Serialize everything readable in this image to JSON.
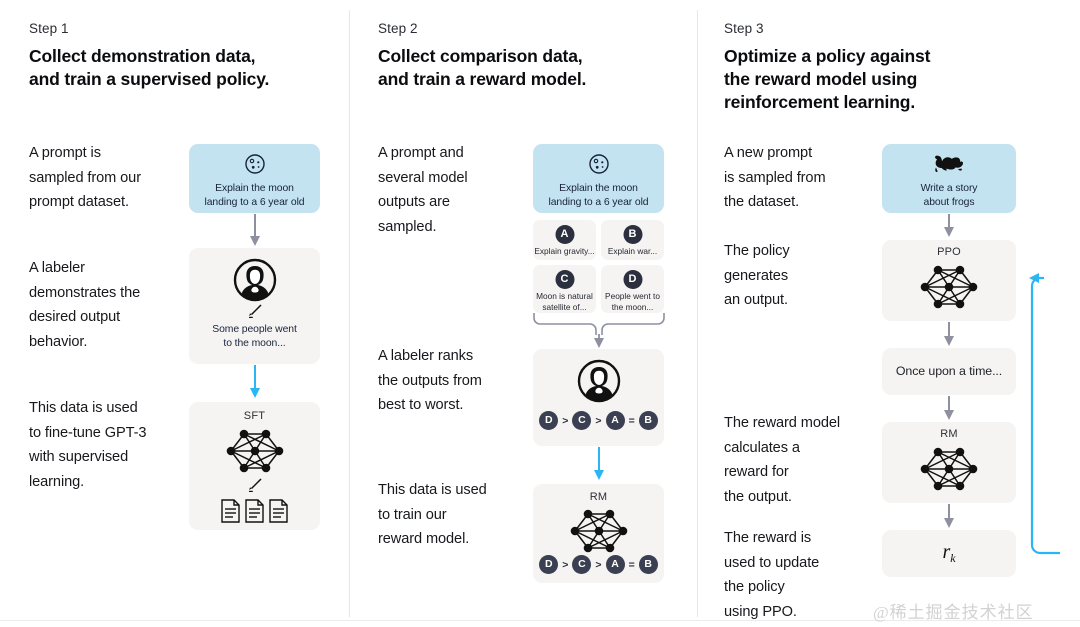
{
  "colors": {
    "prompt_card_blue": "#c3e3f1",
    "neutral_card_gray": "#f5f4f3",
    "arrow_gray": "#8e90a0",
    "arrow_blue": "#29b6f6",
    "badge_dark": "#2b2f3e",
    "divider": "#e7e7e7",
    "text_primary": "#17181c"
  },
  "watermark": "@稀土掘金技术社区",
  "steps": [
    {
      "label": "Step 1",
      "title": "Collect demonstration data,\nand train a supervised policy.",
      "paragraphs": [
        "A prompt is\nsampled from our\nprompt dataset.",
        "A labeler\ndemonstrates the\ndesired output\nbehavior.",
        "This data is used\nto fine-tune GPT-3\nwith supervised\nlearning."
      ],
      "cards": [
        {
          "kind": "prompt",
          "icon": "moon-icon",
          "text": "Explain the moon\nlanding to a 6 year old"
        },
        {
          "kind": "labeler",
          "icon": "person-avatar-icon",
          "sub_icon": "pencil-icon",
          "text": "Some people went\nto the moon..."
        },
        {
          "kind": "model",
          "title": "SFT",
          "icon": "neural-network-icon",
          "sub_icon": "pencil-icon",
          "footer_icon": "documents-icon"
        }
      ]
    },
    {
      "label": "Step 2",
      "title": "Collect comparison data,\nand train a reward model.",
      "paragraphs": [
        "A prompt and\nseveral model\noutputs are\nsampled.",
        "A labeler ranks\nthe outputs from\nbest to worst.",
        "This data is used\nto train our\nreward model."
      ],
      "cards": [
        {
          "kind": "prompt",
          "icon": "moon-icon",
          "text": "Explain the moon\nlanding to a 6 year old"
        },
        {
          "kind": "outputs",
          "items": [
            {
              "badge": "A",
              "text": "Explain gravity..."
            },
            {
              "badge": "B",
              "text": "Explain war..."
            },
            {
              "badge": "C",
              "text": "Moon is natural\nsatellite of..."
            },
            {
              "badge": "D",
              "text": "People went to\nthe moon..."
            }
          ]
        },
        {
          "kind": "labeler-rank",
          "icon": "person-avatar-icon",
          "ranking": [
            "D",
            ">",
            "C",
            ">",
            "A",
            "=",
            "B"
          ]
        },
        {
          "kind": "model-rank",
          "title": "RM",
          "icon": "neural-network-icon",
          "ranking": [
            "D",
            ">",
            "C",
            ">",
            "A",
            "=",
            "B"
          ]
        }
      ]
    },
    {
      "label": "Step 3",
      "title": "Optimize a policy against\nthe reward model using\nreinforcement learning.",
      "paragraphs": [
        "A new prompt\nis sampled from\nthe dataset.",
        "The policy\ngenerates\nan output.",
        "The reward model\ncalculates a\nreward for\nthe output.",
        "The reward is\nused to update\nthe policy\nusing PPO."
      ],
      "cards": [
        {
          "kind": "prompt",
          "icon": "frog-icon",
          "text": "Write a story\nabout frogs"
        },
        {
          "kind": "model",
          "title": "PPO",
          "icon": "neural-network-icon"
        },
        {
          "kind": "output",
          "text": "Once upon a time..."
        },
        {
          "kind": "model",
          "title": "RM",
          "icon": "neural-network-icon"
        },
        {
          "kind": "reward",
          "text": "r",
          "subscript": "k"
        }
      ]
    }
  ]
}
